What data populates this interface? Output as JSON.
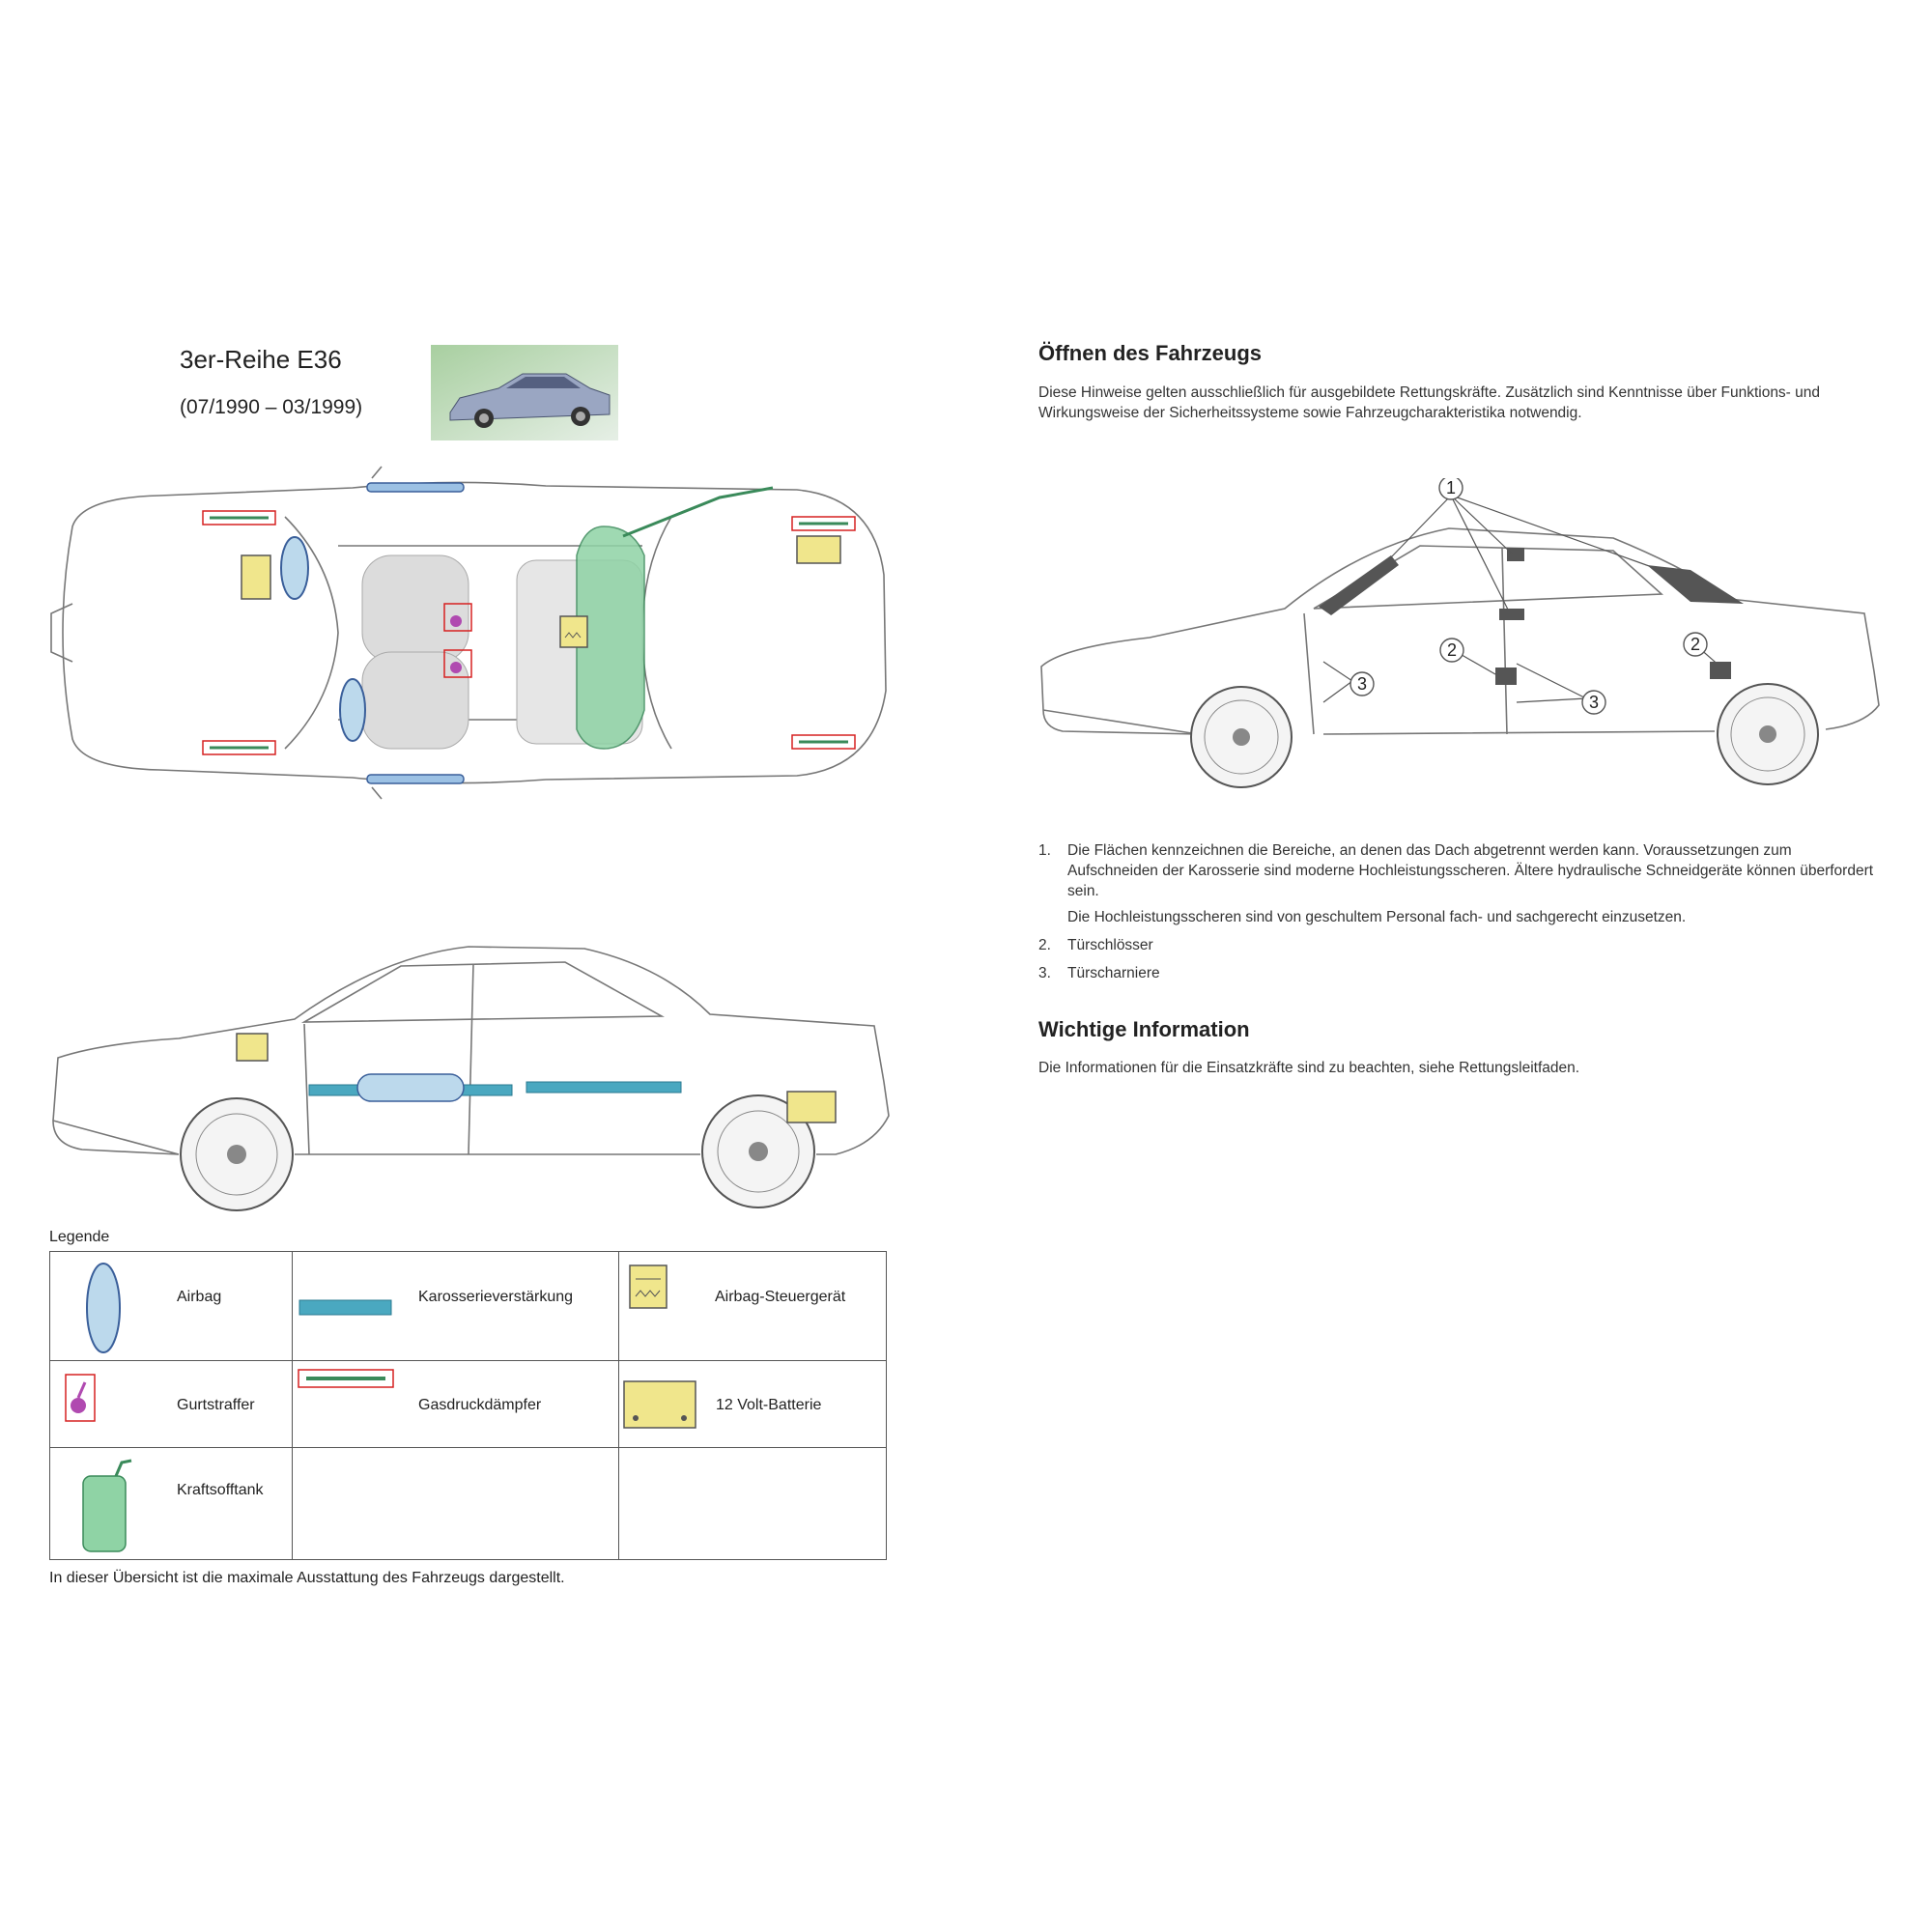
{
  "left": {
    "title": "3er-Reihe E36",
    "subtitle": "(07/1990 – 03/1999)",
    "legend": {
      "title": "Legende",
      "items": {
        "airbag": "Airbag",
        "reinforcement": "Karosserieverstärkung",
        "control_unit": "Airbag-Steuergerät",
        "pretensioner": "Gurtstraffer",
        "gas_damper": "Gasdruckdämpfer",
        "battery": "12 Volt-Batterie",
        "fuel_tank": "Kraftsofftank"
      }
    },
    "footnote": "In dieser Übersicht ist die maximale Ausstattung des Fahrzeugs dargestellt."
  },
  "right": {
    "section1": {
      "heading": "Öffnen des Fahrzeugs",
      "intro": "Diese Hinweise gelten ausschließlich für ausgebildete Rettungskräfte. Zusätzlich sind Kenntnisse über Funktions- und Wirkungsweise der Sicherheitssysteme sowie Fahrzeugcharakteristika notwendig."
    },
    "callouts": [
      "1",
      "2",
      "2",
      "3",
      "3"
    ],
    "list": [
      {
        "num": "1.",
        "text": "Die Flächen kennzeichnen die Bereiche, an denen das Dach abgetrennt werden kann. Voraussetzungen zum Aufschneiden der Karosserie sind moderne Hochleistungsscheren. Ältere hydraulische Schneidgeräte können überfordert sein.",
        "sub": "Die Hochleistungsscheren sind von geschultem Personal fach- und sachgerecht einzusetzen."
      },
      {
        "num": "2.",
        "text": "Türschlösser"
      },
      {
        "num": "3.",
        "text": "Türscharniere"
      }
    ],
    "section2": {
      "heading": "Wichtige Information",
      "text": "Die Informationen für die Einsatzkräfte sind zu beachten, siehe Rettungsleitfaden."
    }
  },
  "colors": {
    "airbag": "#bcd9ec",
    "airbag_stroke": "#3a5f9a",
    "reinforcement": "#4aa8c0",
    "battery": "#f0e68c",
    "fuel_tank": "#8fd3a5",
    "gas_damper_box": "#d62020",
    "pretensioner": "#b04ab0",
    "line": "#666666"
  }
}
